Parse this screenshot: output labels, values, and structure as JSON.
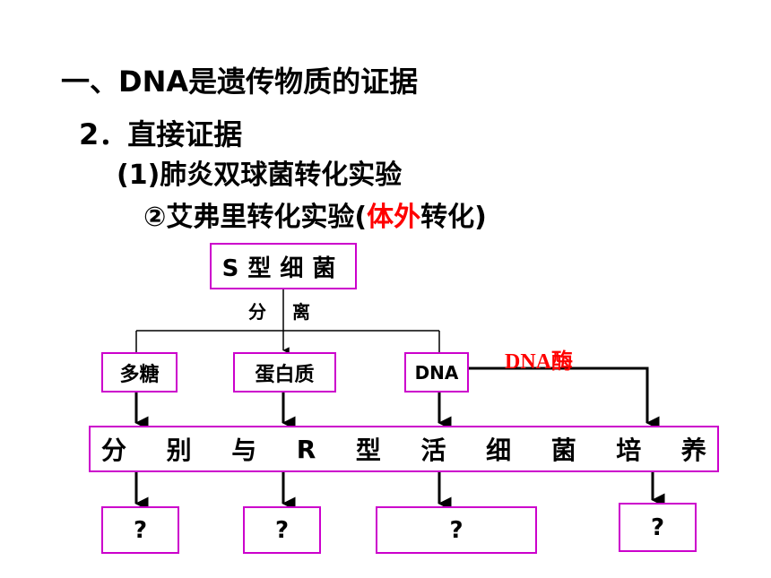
{
  "heading": {
    "title": "一、DNA是遗传物质的证据",
    "section": "2．直接证据",
    "subsection": "(1)肺炎双球菌转化实验",
    "item_prefix": "②艾弗里转化实验(",
    "item_highlight": "体外",
    "item_suffix": "转化)"
  },
  "diagram": {
    "source_box": "S型细菌",
    "separation_left": "分",
    "separation_right": "离",
    "components": [
      "多糖",
      "蛋白质",
      "DNA"
    ],
    "enzyme_label": "DNA酶",
    "culture_chars": [
      "分",
      "别",
      "与",
      "R",
      "型",
      "活",
      "细",
      "菌",
      "培",
      "养"
    ],
    "results": [
      "?",
      "?",
      "?",
      "?"
    ]
  },
  "colors": {
    "box_border": "#cc00cc",
    "highlight": "#ff0000",
    "line": "#000000"
  }
}
